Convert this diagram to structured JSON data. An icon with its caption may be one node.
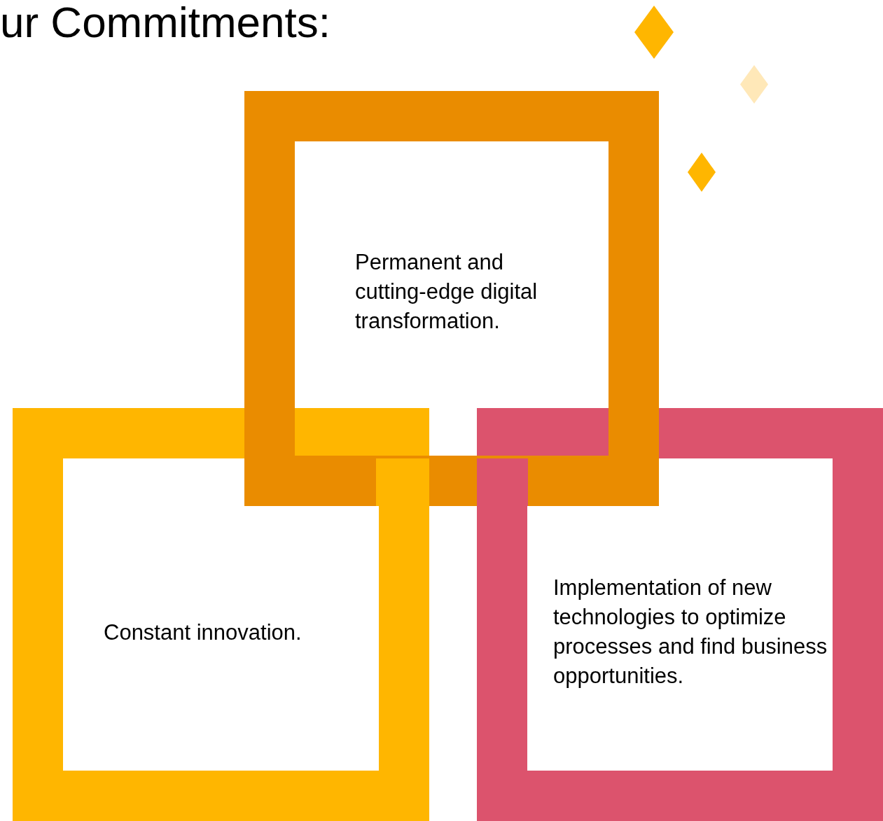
{
  "diagram": {
    "title": "ur Commitments:",
    "nodes": [
      {
        "text": [
          "Permanent and cutting-edge digital transformation."
        ]
      },
      {
        "text": [
          "Constant innovation."
        ]
      },
      {
        "text": [
          "Implementation of new technologies to optimize processes and find business opportunities."
        ]
      }
    ]
  }
}
